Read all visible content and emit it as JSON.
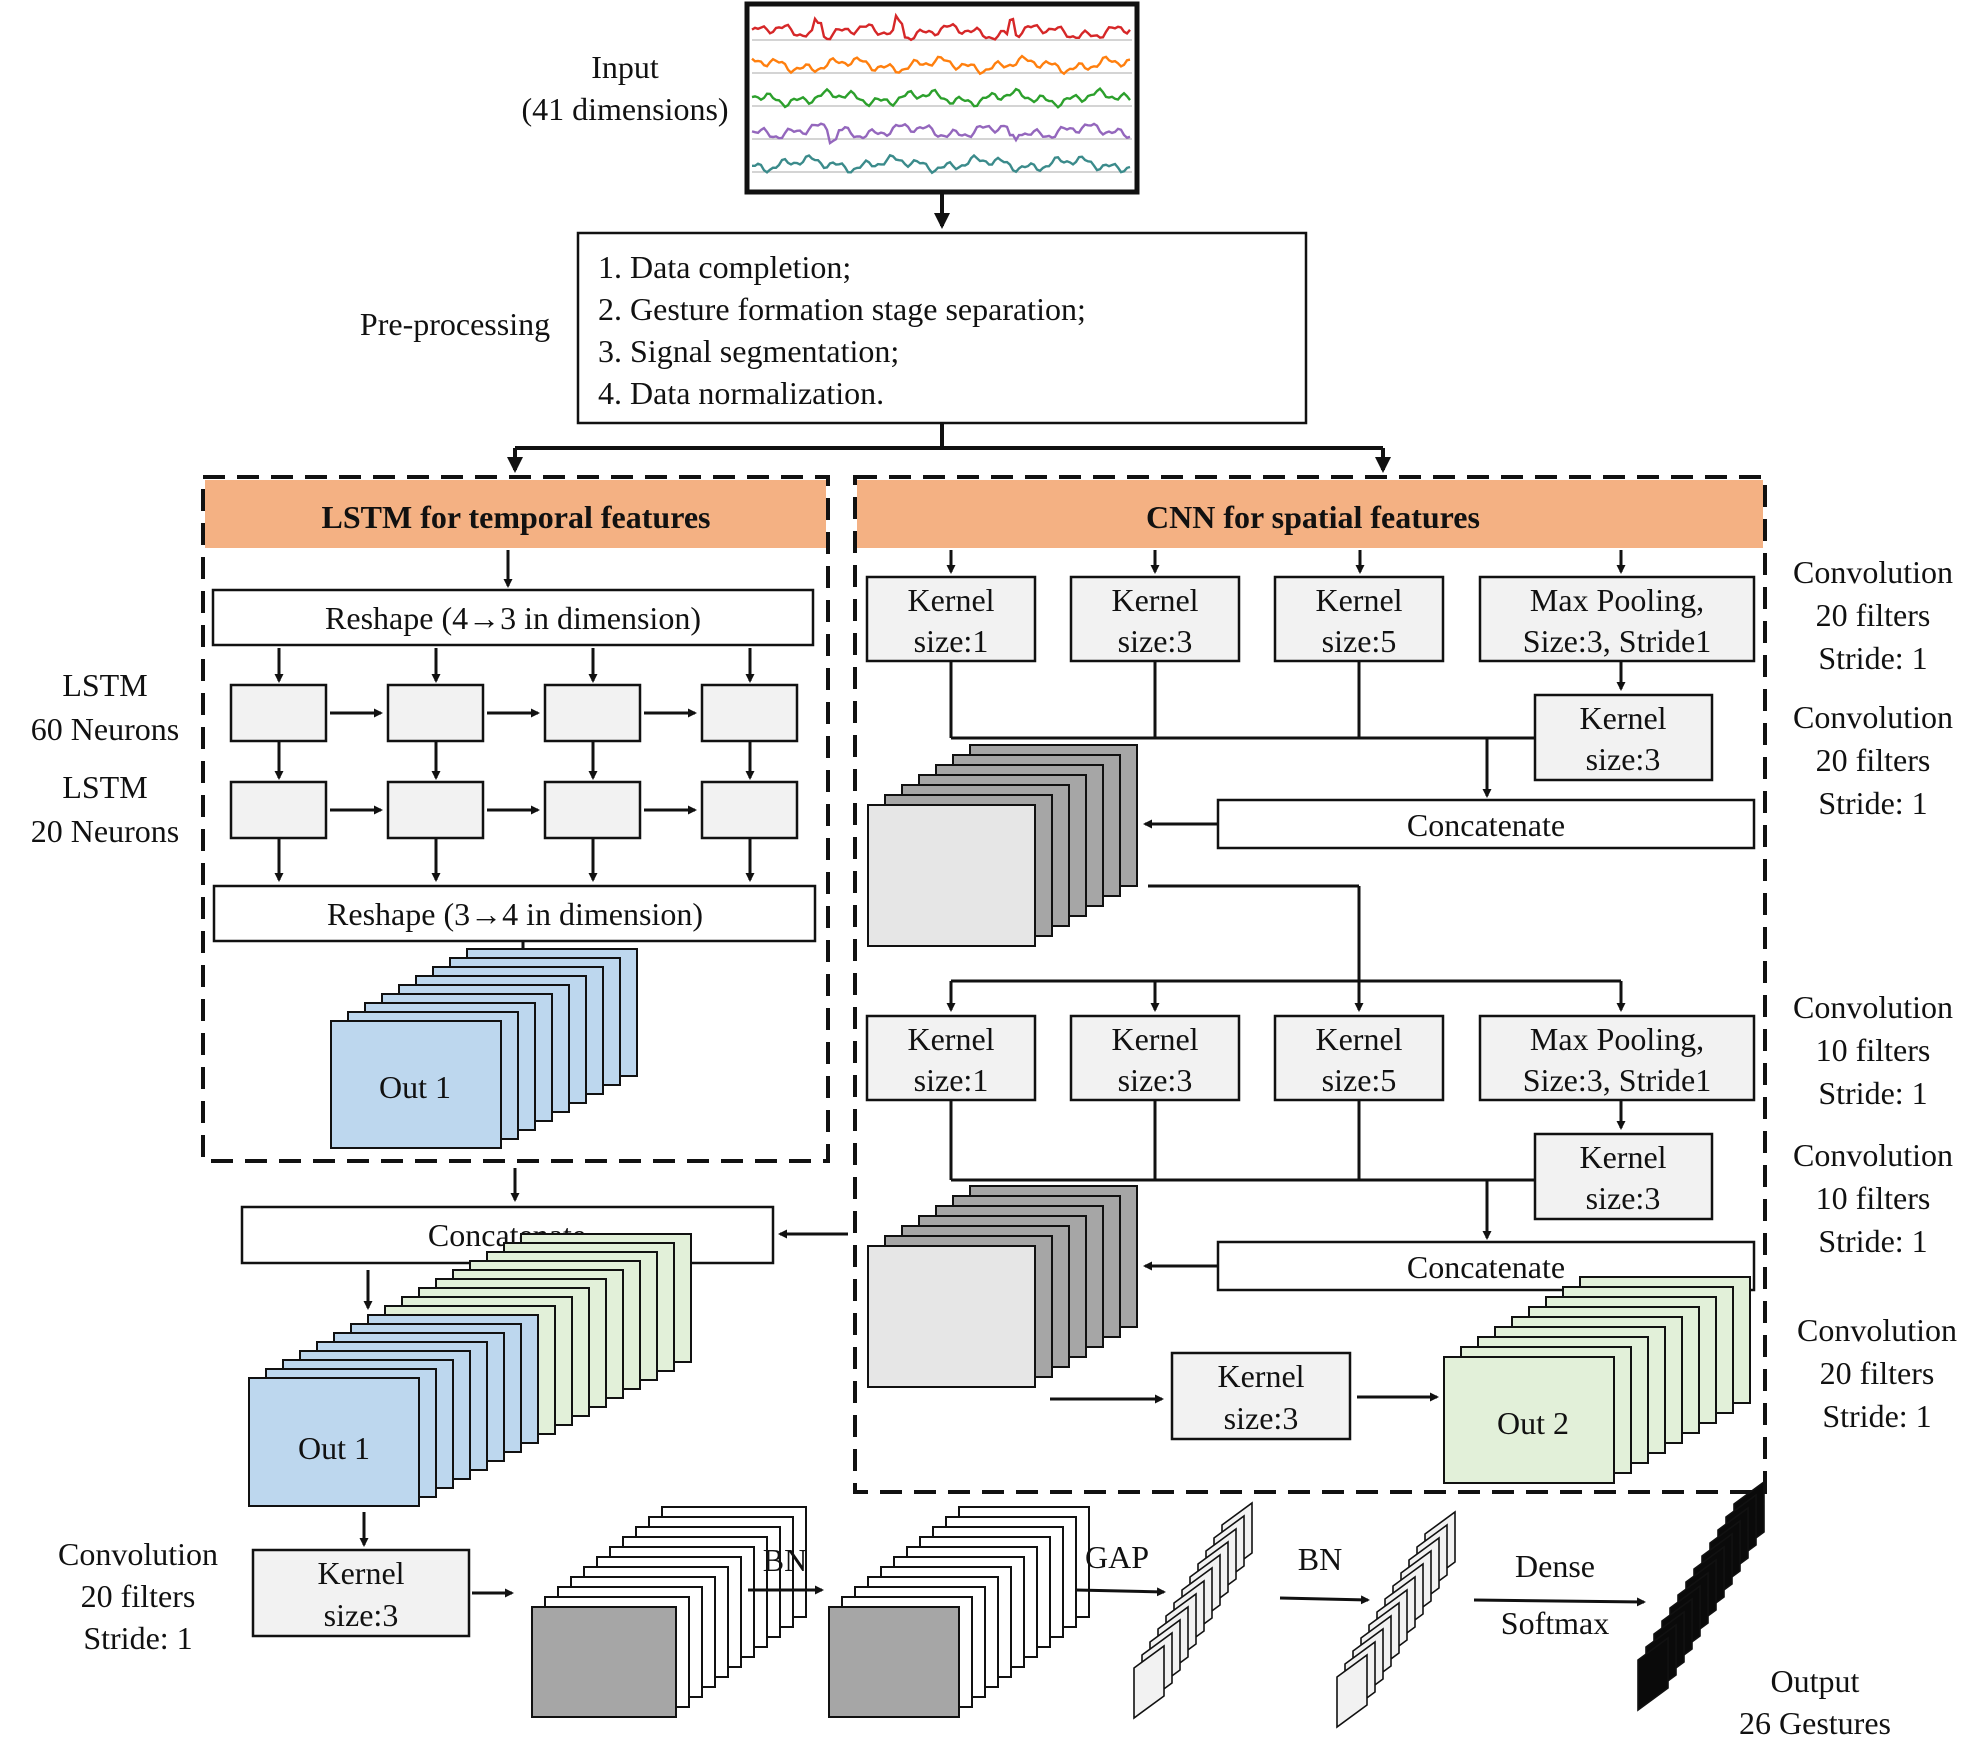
{
  "input": {
    "label_line1": "Input",
    "label_line2": "(41 dimensions)",
    "signal_colors": [
      "#d62728",
      "#ff7f0e",
      "#2ca02c",
      "#9467bd",
      "#3b8b8b"
    ]
  },
  "preprocessing": {
    "label": "Pre-processing",
    "steps": [
      "1. Data completion;",
      "2. Gesture formation stage separation;",
      "3. Signal segmentation;",
      "4. Data normalization."
    ]
  },
  "lstm_branch": {
    "title": "LSTM for temporal features",
    "reshape_in": "Reshape (4→3 in dimension)",
    "reshape_out": "Reshape (3→4 in dimension)",
    "layer1_line1": "LSTM",
    "layer1_line2": "60 Neurons",
    "layer2_line1": "LSTM",
    "layer2_line2": "20 Neurons",
    "out_label": "Out 1"
  },
  "cnn_branch": {
    "title": "CNN for spatial features",
    "block1": {
      "k1_a": "Kernel",
      "k1_b": "size:1",
      "k3_a": "Kernel",
      "k3_b": "size:3",
      "k5_a": "Kernel",
      "k5_b": "size:5",
      "mp_a": "Max Pooling,",
      "mp_b": "Size:3, Stride1",
      "kp_a": "Kernel",
      "kp_b": "size:3",
      "concat": "Concatenate"
    },
    "block2": {
      "k1_a": "Kernel",
      "k1_b": "size:1",
      "k3_a": "Kernel",
      "k3_b": "size:3",
      "k5_a": "Kernel",
      "k5_b": "size:5",
      "mp_a": "Max Pooling,",
      "mp_b": "Size:3, Stride1",
      "kp_a": "Kernel",
      "kp_b": "size:3",
      "concat": "Concatenate"
    },
    "final_kernel_a": "Kernel",
    "final_kernel_b": "size:3",
    "out_label": "Out 2"
  },
  "side_notes": [
    {
      "l1": "Convolution",
      "l2": "20 filters",
      "l3": "Stride: 1"
    },
    {
      "l1": "Convolution",
      "l2": "20 filters",
      "l3": "Stride: 1"
    },
    {
      "l1": "Convolution",
      "l2": "10 filters",
      "l3": "Stride: 1"
    },
    {
      "l1": "Convolution",
      "l2": "10 filters",
      "l3": "Stride: 1"
    },
    {
      "l1": "Convolution",
      "l2": "20 filters",
      "l3": "Stride: 1"
    }
  ],
  "fusion": {
    "concat": "Concatenate",
    "out_label": "Out 1",
    "conv_l1": "Convolution",
    "conv_l2": "20 filters",
    "conv_l3": "Stride: 1",
    "kernel_a": "Kernel",
    "kernel_b": "size:3",
    "bn1": "BN",
    "gap": "GAP",
    "bn2": "BN",
    "dense": "Dense",
    "softmax": "Softmax",
    "output_l1": "Output",
    "output_l2": "26 Gestures"
  },
  "colors": {
    "header": "#f4b183",
    "lstm_map": "#bdd7ee",
    "cnn_map": "#e2f0d9",
    "light_map": "#e6e6e6",
    "dark_map": "#a6a6a6",
    "box": "#f2f2f2"
  }
}
